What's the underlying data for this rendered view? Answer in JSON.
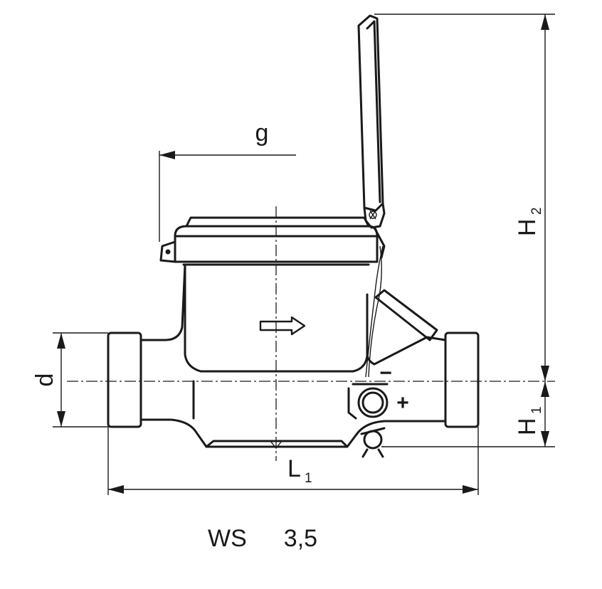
{
  "dimensions": {
    "g": "g",
    "d": "d",
    "h2_letter": "H",
    "h2_sub": "2",
    "h1_letter": "H",
    "h1_sub": "1",
    "l1_letter": "L",
    "l1_sub": "1"
  },
  "polarity": {
    "minus": "−",
    "plus": "+"
  },
  "caption": {
    "model": "WS",
    "size": "3,5"
  }
}
